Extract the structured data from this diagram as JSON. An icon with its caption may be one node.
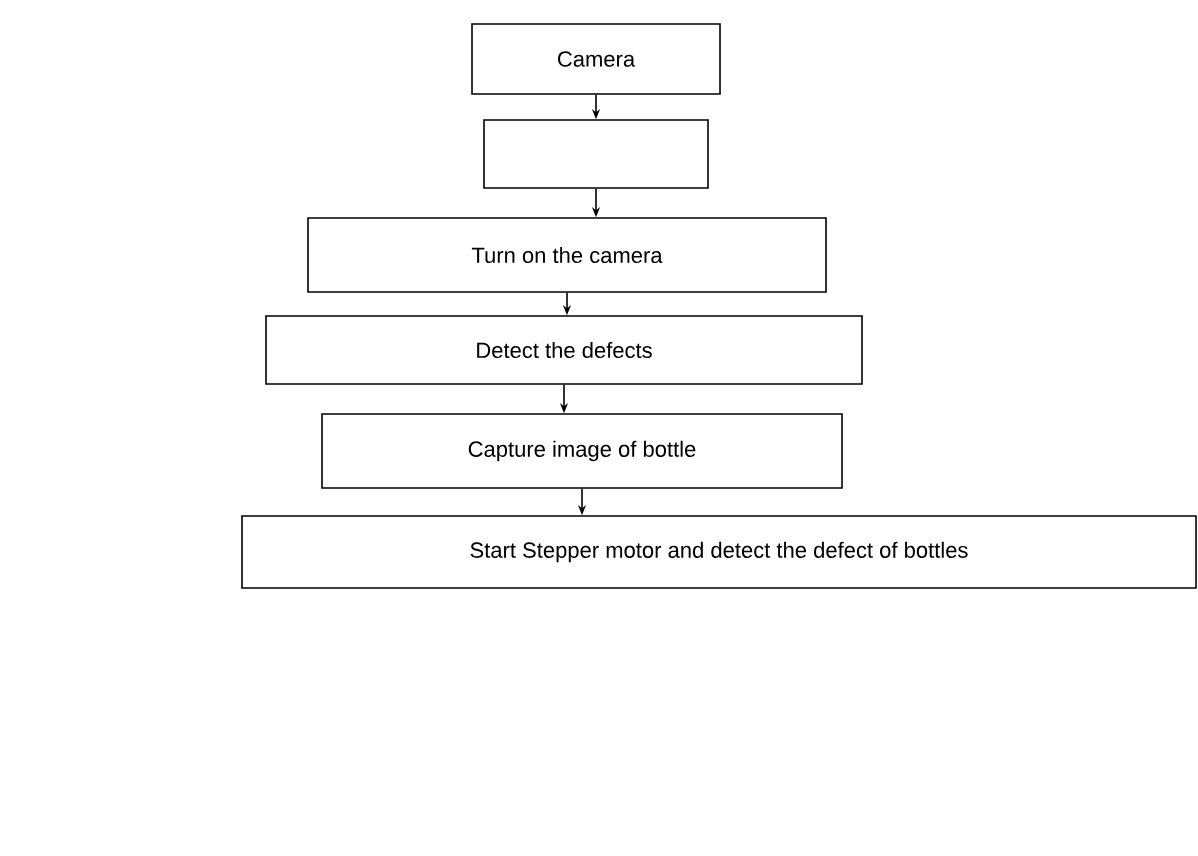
{
  "diagram": {
    "nodes": [
      {
        "text": [
          "Camera"
        ]
      },
      {
        "text": [],
        "shape": "box"
      },
      {
        "text": [
          "Turn on the camera"
        ]
      },
      {
        "text": [
          "Detect the defects"
        ]
      },
      {
        "text": [
          "Capture image of bottle"
        ]
      },
      {
        "text": [
          "Start Stepper motor and detect the defect of bottles"
        ]
      }
    ],
    "edges": [
      {
        "from": 0,
        "to": 1,
        "arrow": "to"
      },
      {
        "from": 1,
        "to": 2,
        "arrow": "to"
      },
      {
        "from": 2,
        "to": 3,
        "arrow": "to"
      },
      {
        "from": 3,
        "to": 4,
        "arrow": "to"
      },
      {
        "from": 4,
        "to": 5,
        "arrow": "to"
      }
    ]
  }
}
